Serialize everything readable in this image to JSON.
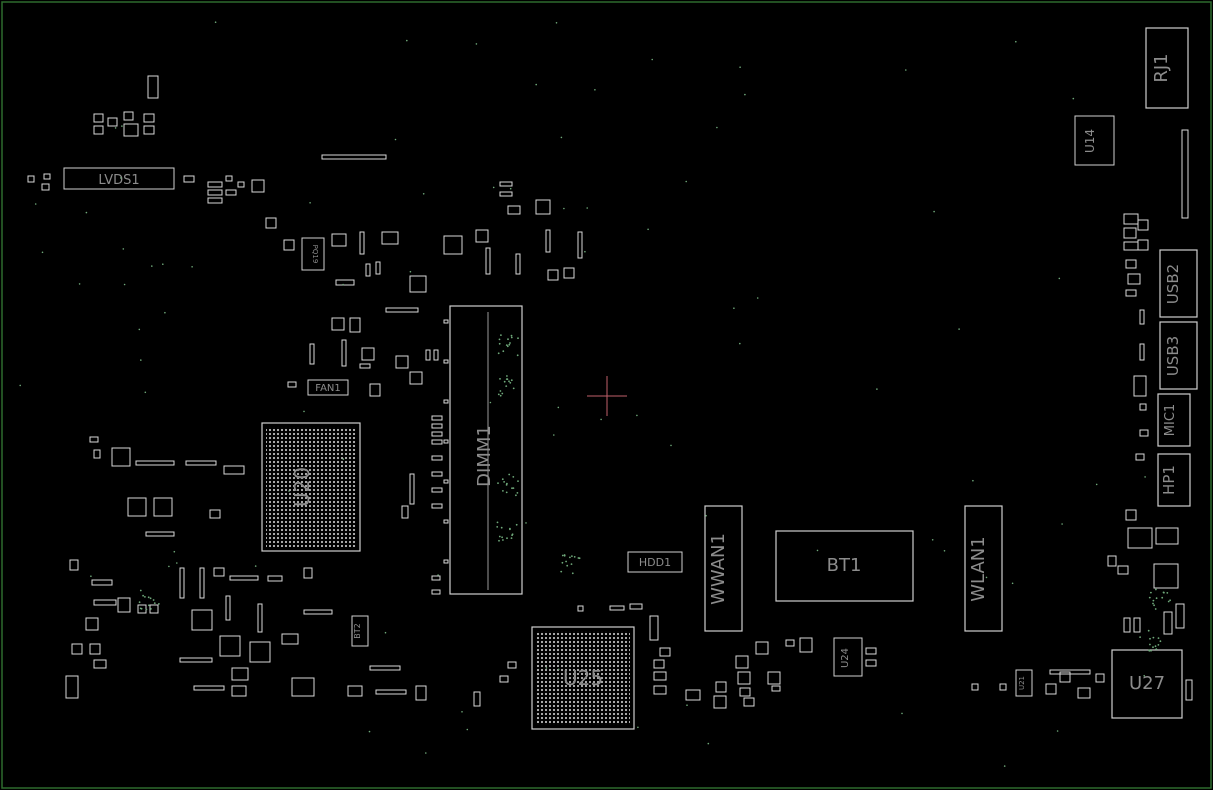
{
  "board": {
    "border_color": "#2e6b2e",
    "background": "#000000",
    "silkscreen_color": "#d0d0d0",
    "label_color": "#8c8c8c",
    "via_color": "#6fa87a",
    "cursor_color": "#c0606a"
  },
  "components": {
    "lvds1": "LVDS1",
    "dimm1": "DIMM1",
    "u20": "U20",
    "u25": "U25",
    "bt1": "BT1",
    "wwan1": "WWAN1",
    "wlan1": "WLAN1",
    "hdd1": "HDD1",
    "fan1": "FAN1",
    "u24": "U24",
    "u27": "U27",
    "u14": "U14",
    "rj1": "RJ1",
    "usb2": "USB2",
    "usb3": "USB3",
    "mic1": "MIC1",
    "hp1": "HP1",
    "bt2": "BT2",
    "pq19": "PQ19",
    "u21": "U21"
  }
}
